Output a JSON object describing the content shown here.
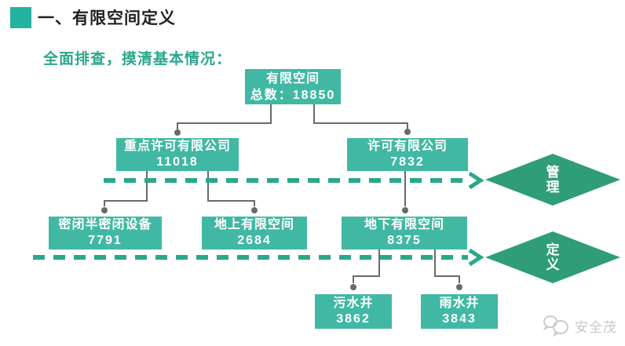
{
  "header": {
    "title": "一、有限空间定义",
    "subtitle": "全面排查，摸清基本情况："
  },
  "nodes": {
    "root": {
      "label": "有限空间",
      "value": "总数：18850"
    },
    "key_permit": {
      "label": "重点许可有限公司",
      "value": "11018"
    },
    "permit": {
      "label": "许可有限公司",
      "value": "7832"
    },
    "sealed": {
      "label": "密闭半密闭设备",
      "value": "7791"
    },
    "above_ground": {
      "label": "地上有限空间",
      "value": "2684"
    },
    "below_ground": {
      "label": "地下有限空间",
      "value": "8375"
    },
    "sewage_well": {
      "label": "污水井",
      "value": "3862"
    },
    "rain_well": {
      "label": "雨水井",
      "value": "3843"
    }
  },
  "diamonds": {
    "management": {
      "label": "管理"
    },
    "definition": {
      "label": "定义"
    }
  },
  "edges": [
    {
      "from": "root",
      "to": "key_permit"
    },
    {
      "from": "root",
      "to": "permit"
    },
    {
      "from": "key_permit",
      "to": "sealed"
    },
    {
      "from": "key_permit",
      "to": "above_ground"
    },
    {
      "from": "permit",
      "to": "below_ground"
    },
    {
      "from": "below_ground",
      "to": "sewage_well"
    },
    {
      "from": "below_ground",
      "to": "rain_well"
    }
  ],
  "dashed_arrows": [
    {
      "row": "许可层级",
      "points_to": "管理"
    },
    {
      "row": "空间类型层级",
      "points_to": "定义"
    }
  ],
  "watermark": {
    "label": "安全茂"
  },
  "colors": {
    "box": "#41b8a3",
    "diamond": "#2f9d77",
    "dashed_arrow": "#2aa78c",
    "connector": "#696969",
    "accent_square": "#26b2a0",
    "subtitle_text": "#2ba78c",
    "title_text": "#222222",
    "watermark": "#c9c9c9"
  }
}
